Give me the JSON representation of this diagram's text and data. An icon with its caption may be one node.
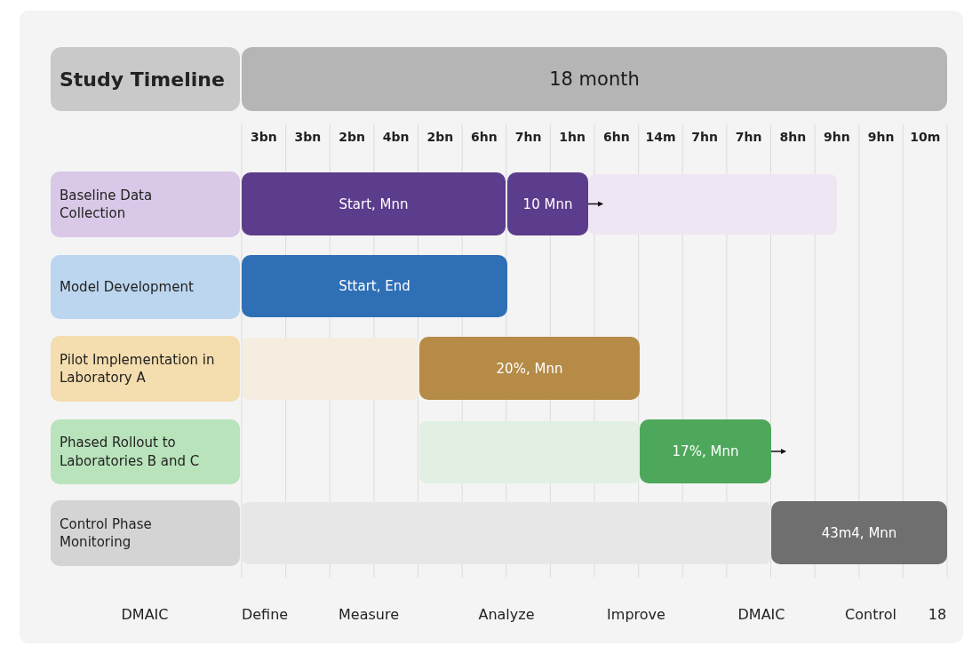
{
  "diagram": {
    "nodes": [
      {
        "text": [
          "Study Timeline"
        ]
      },
      {
        "text": [
          "18 month"
        ]
      },
      {
        "text": [
          "Baseline Data Collection"
        ]
      },
      {
        "text": [
          "Start, Mnn"
        ]
      },
      {
        "text": [
          "10 Mnn"
        ]
      },
      {
        "text": [],
        "shape": "bar"
      },
      {
        "text": [
          "Model Development"
        ]
      },
      {
        "text": [
          "Sttart, End"
        ]
      },
      {
        "text": [
          "Pilot Implementation in Laboratory A"
        ]
      },
      {
        "text": [],
        "shape": "bar"
      },
      {
        "text": [
          "20%, Mnn"
        ]
      },
      {
        "text": [
          "Phased Rollout to Laboratories B and C"
        ]
      },
      {
        "text": [],
        "shape": "bar"
      },
      {
        "text": [
          "17%, Mnn"
        ]
      },
      {
        "text": [
          "Control Phase Monitoring"
        ]
      },
      {
        "text": [],
        "shape": "bar"
      },
      {
        "text": [
          "43m4, Mnn"
        ]
      }
    ],
    "edges": [
      {
        "from": 4,
        "to": null,
        "arrow": "to"
      },
      {
        "from": 13,
        "to": null,
        "arrow": "to"
      }
    ],
    "labels": [
      "3bn",
      "3bn",
      "2bn",
      "4bn",
      "2bn",
      "6hn",
      "7hn",
      "1hn",
      "6hn",
      "14m",
      "7hn",
      "7hn",
      "8hn",
      "9hn",
      "9hn",
      "10m",
      "DMAIC",
      "Define",
      "Measure",
      "Analyze",
      "Improve",
      "DMAIC",
      "Control",
      "18"
    ]
  }
}
